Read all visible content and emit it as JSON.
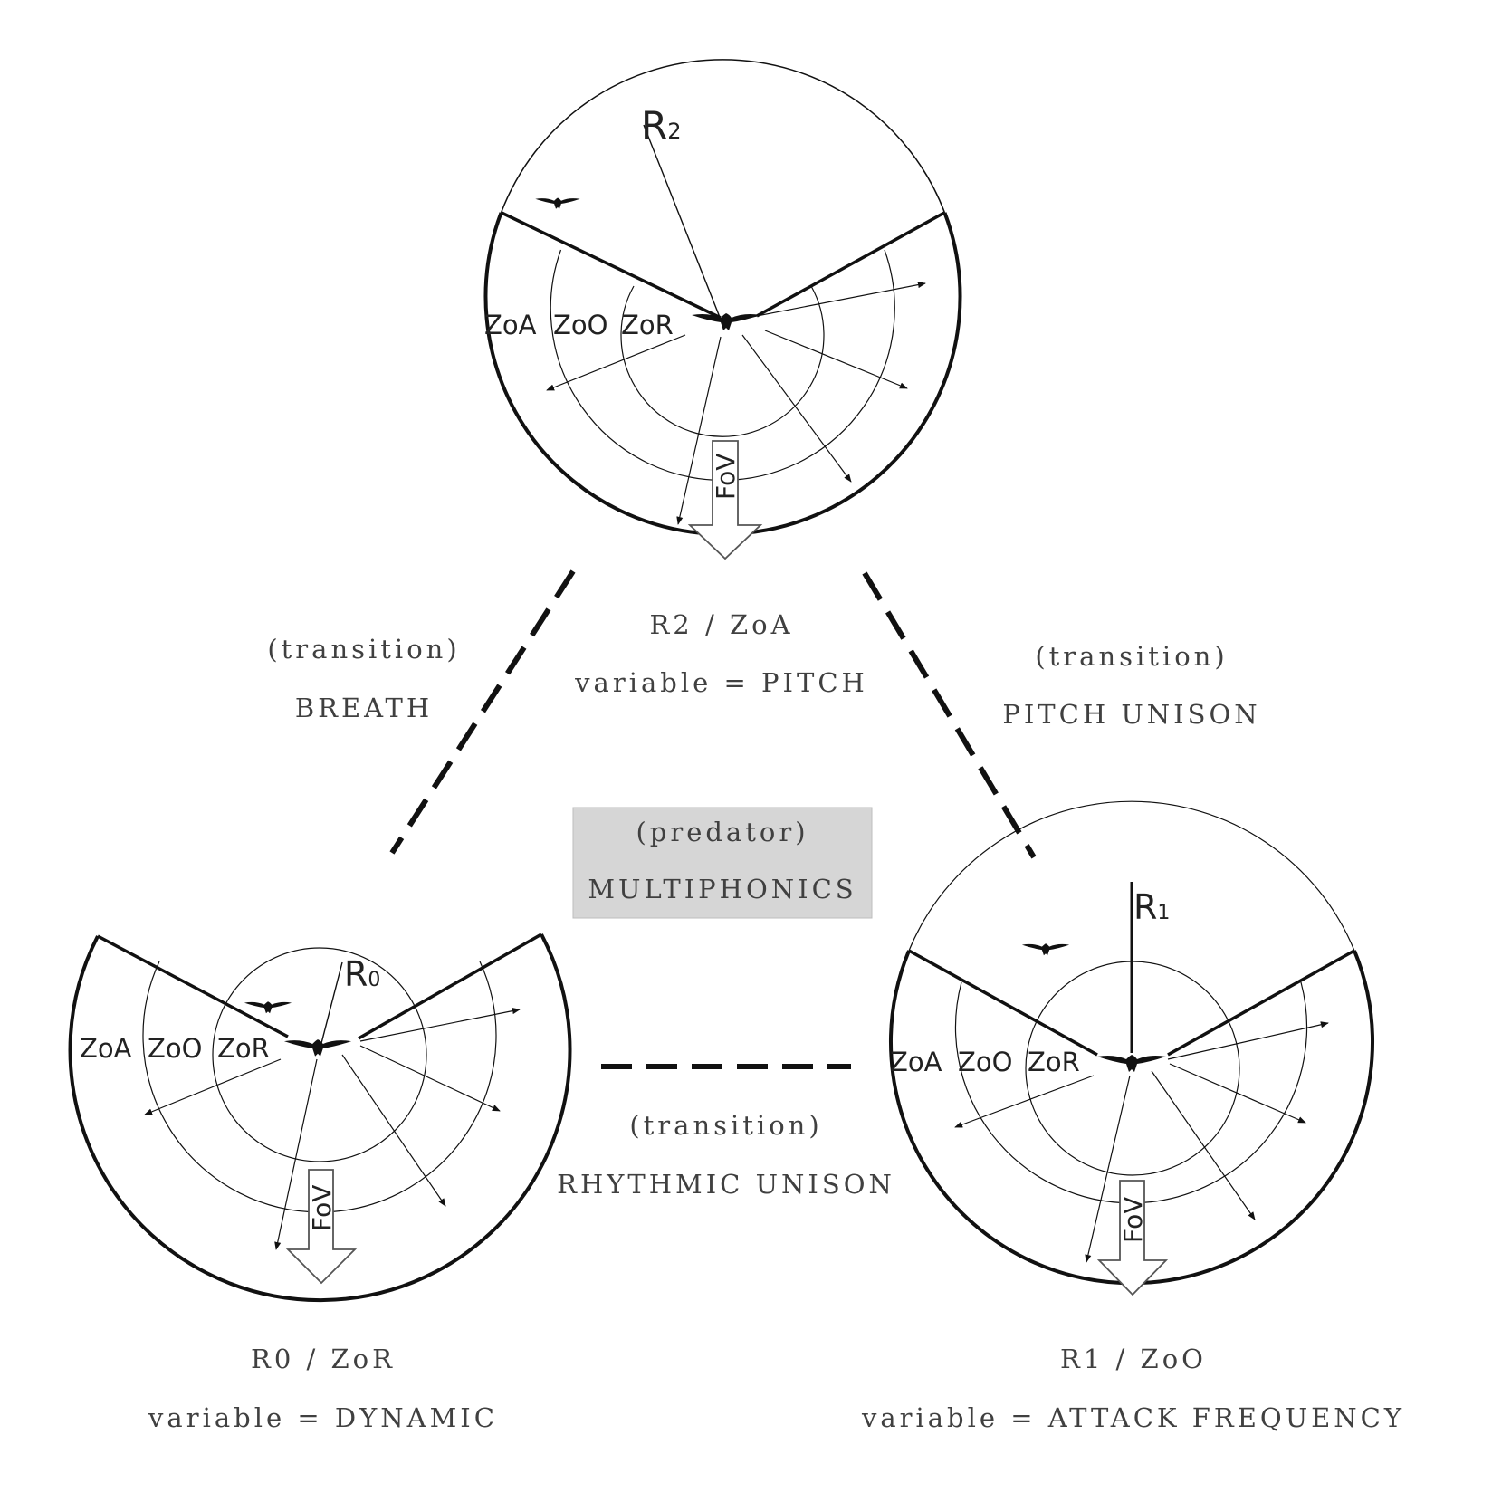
{
  "colors": {
    "stroke": "#111111",
    "text": "#404040",
    "predator_box": "#d6d6d6"
  },
  "diagrams": {
    "r2": {
      "radius_label": "R",
      "radius_sub": "2",
      "zoa": "ZoA",
      "zoo": "ZoO",
      "zor": "ZoR",
      "fov": "FoV",
      "caption_line1": "R2 / ZoA",
      "caption_line2": "variable = PITCH"
    },
    "r0": {
      "radius_label": "R",
      "radius_sub": "0",
      "zoa": "ZoA",
      "zoo": "ZoO",
      "zor": "ZoR",
      "fov": "FoV",
      "caption_line1": "R0 / ZoR",
      "caption_line2": "variable = DYNAMIC"
    },
    "r1": {
      "radius_label": "R",
      "radius_sub": "1",
      "zoa": "ZoA",
      "zoo": "ZoO",
      "zor": "ZoR",
      "fov": "FoV",
      "caption_line1": "R1 / ZoO",
      "caption_line2": "variable = ATTACK FREQUENCY"
    }
  },
  "transitions": {
    "left": {
      "line1": "(transition)",
      "line2": "BREATH"
    },
    "right": {
      "line1": "(transition)",
      "line2": "PITCH UNISON"
    },
    "bottom": {
      "line1": "(transition)",
      "line2": "RHYTHMIC UNISON"
    }
  },
  "predator": {
    "line1": "(predator)",
    "line2": "MULTIPHONICS"
  }
}
